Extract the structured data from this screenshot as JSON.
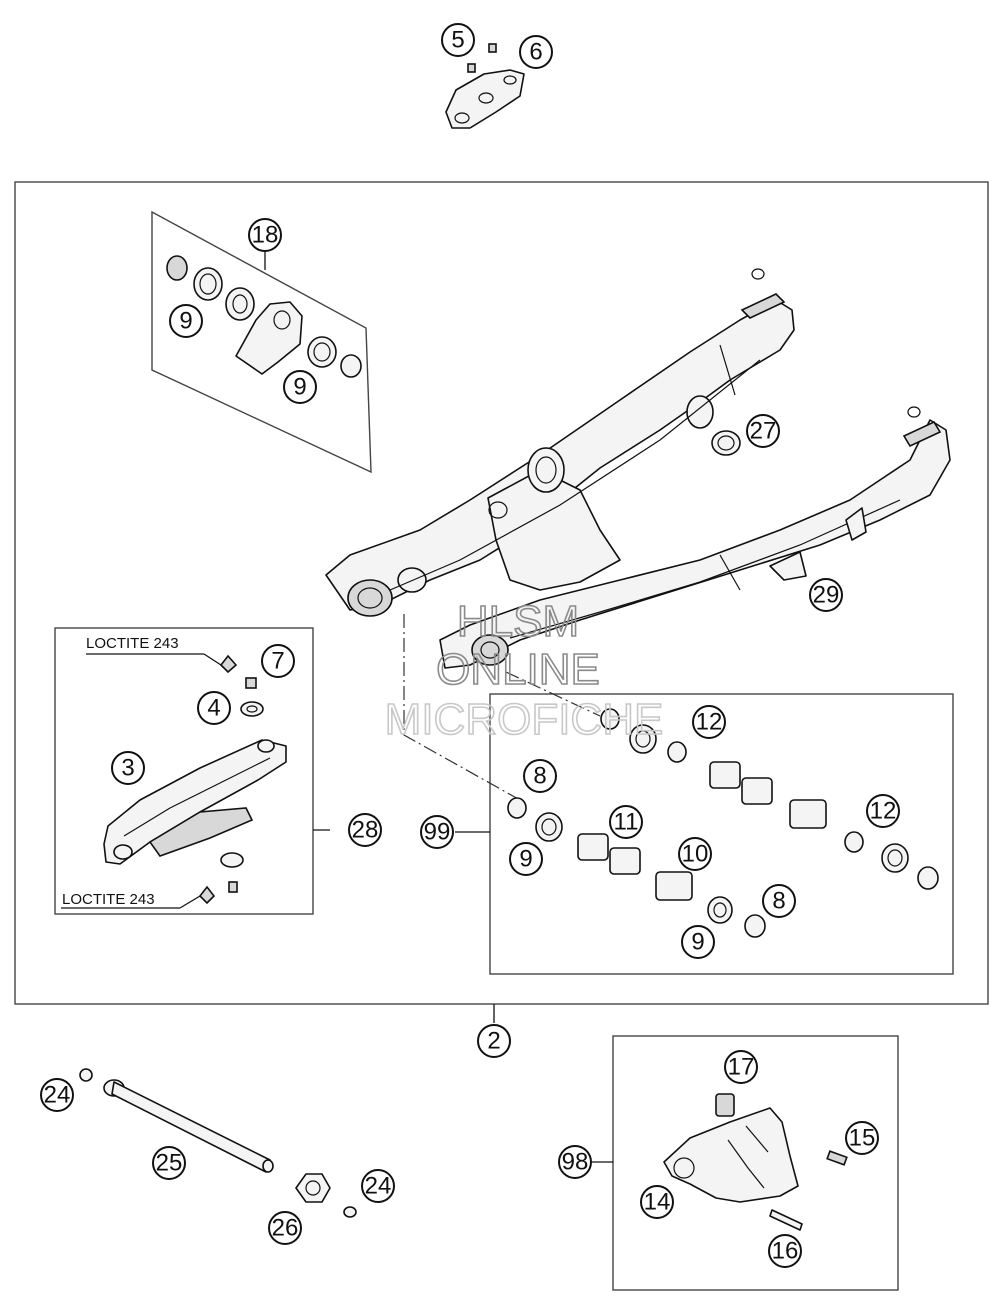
{
  "callouts": {
    "c2": "2",
    "c3": "3",
    "c4": "4",
    "c5": "5",
    "c6": "6",
    "c7": "7",
    "c8a": "8",
    "c8b": "8",
    "c9a": "9",
    "c9b": "9",
    "c9c": "9",
    "c9d": "9",
    "c10": "10",
    "c11": "11",
    "c12a": "12",
    "c12b": "12",
    "c14": "14",
    "c15": "15",
    "c16": "16",
    "c17": "17",
    "c18": "18",
    "c24a": "24",
    "c24b": "24",
    "c25": "25",
    "c26": "26",
    "c27": "27",
    "c28": "28",
    "c29": "29",
    "c98": "98",
    "c99": "99"
  },
  "labels": {
    "loctite_top": "LOCTITE 243",
    "loctite_bottom": "LOCTITE 243"
  },
  "watermark": {
    "line1": "HLSM",
    "line2": "ONLINE",
    "line3": "MICROFICHE"
  }
}
